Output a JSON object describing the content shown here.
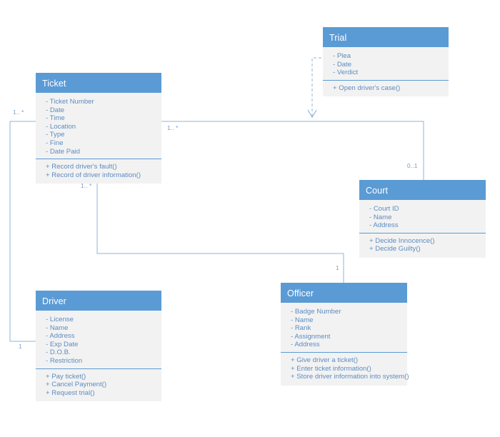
{
  "diagram": {
    "title": "Traffic Ticket System UML Class Diagram",
    "type": "uml-class-diagram",
    "colors": {
      "header_fill": "#5b9bd5",
      "body_fill": "#f2f2f2",
      "text": "#5d8cc0",
      "header_text": "#ffffff",
      "connector": "#8fb4d9"
    },
    "classes": [
      {
        "id": "trial",
        "name": "Trial",
        "attributes": [
          "- Plea",
          "- Date",
          "- Verdict"
        ],
        "operations": [
          "+ Open driver's case()"
        ]
      },
      {
        "id": "ticket",
        "name": "Ticket",
        "attributes": [
          "- Ticket Number",
          "- Date",
          "- Time",
          "- Location",
          "- Type",
          "- Fine",
          "- Date Paid"
        ],
        "operations": [
          "+ Record  driver's fault()",
          "+ Record of driver information()"
        ]
      },
      {
        "id": "court",
        "name": "Court",
        "attributes": [
          "- Court ID",
          "- Name",
          "- Address"
        ],
        "operations": [
          "+ Decide Innocence()",
          "+ Decide Guilty()"
        ]
      },
      {
        "id": "driver",
        "name": "Driver",
        "attributes": [
          "- License",
          "- Name",
          "- Address",
          "- Exp Date",
          "- D.O.B.",
          "- Restriction"
        ],
        "operations": [
          "+ Pay ticket()",
          "+ Cancel Payment()",
          "+ Request trial()"
        ]
      },
      {
        "id": "officer",
        "name": "Officer",
        "attributes": [
          "- Badge Number",
          "- Name",
          "- Rank",
          "- Assignment",
          "- Address"
        ],
        "operations": [
          "+ Give driver a ticket()",
          "+ Enter ticket information()",
          "+ Store driver information into system()"
        ]
      }
    ],
    "multiplicities": [
      {
        "id": "ticket-driver-left",
        "label": "1.. *"
      },
      {
        "id": "ticket-trial",
        "label": "1.. *"
      },
      {
        "id": "court-end",
        "label": "0..1"
      },
      {
        "id": "ticket-officer",
        "label": "1.. *"
      },
      {
        "id": "officer-end",
        "label": "1"
      },
      {
        "id": "driver-end",
        "label": "1"
      }
    ]
  }
}
